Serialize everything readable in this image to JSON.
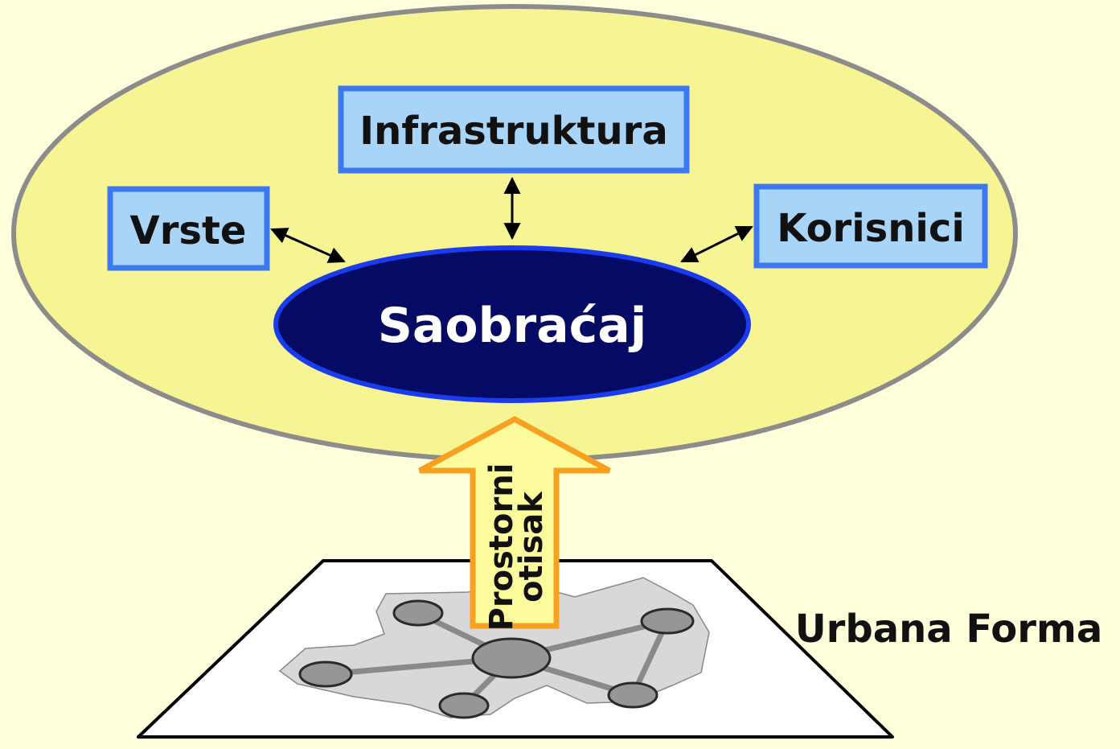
{
  "diagram": {
    "center_label": "Saobraćaj",
    "nodes": {
      "infrastructure": "Infrastruktura",
      "types": "Vrste",
      "users": "Korisnici"
    },
    "arrow_label_line1": "Prostorni",
    "arrow_label_line2": "otisak",
    "base_label": "Urbana Forma"
  },
  "colors": {
    "background": "#ffffdc",
    "outer_ellipse_fill": "#f6f493",
    "outer_ellipse_stroke": "#8c8c8c",
    "box_fill": "#a8d4f8",
    "box_stroke": "#3c78f0",
    "center_fill": "#050a64",
    "center_stroke": "#1a3cf0",
    "arrow_fill": "#fcfc9c",
    "arrow_stroke": "#f8a020",
    "network_node": "#969696",
    "network_blob": "#d8d8d8"
  }
}
